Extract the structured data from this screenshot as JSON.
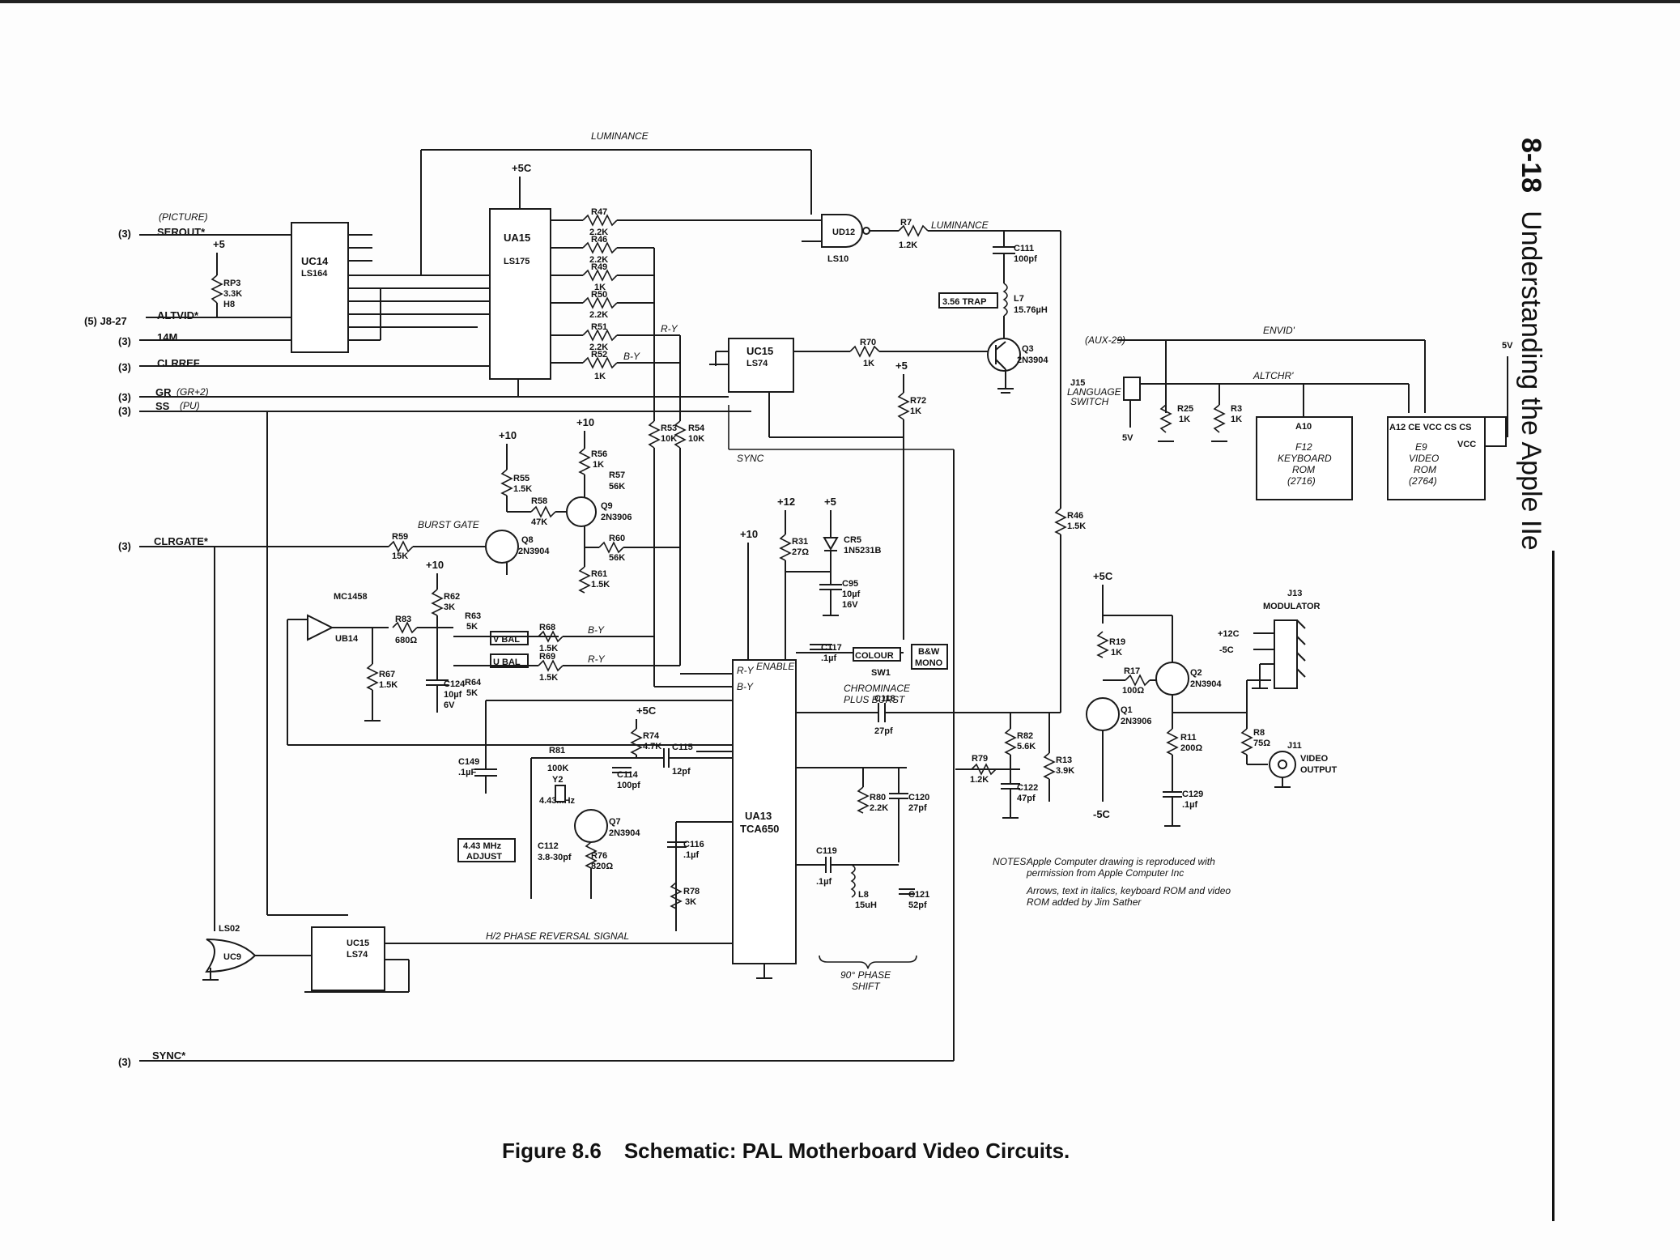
{
  "header": {
    "page_number": "8-18",
    "book_title": "Understanding the Apple IIe"
  },
  "caption": {
    "figure_number": "Figure 8.6",
    "title": "Schematic: PAL Motherboard Video Circuits."
  },
  "notes": {
    "label": "NOTES:",
    "line1": "Apple Computer drawing is reproduced with",
    "line2": "permission from Apple Computer Inc",
    "line3": "Arrows, text in italics, keyboard ROM and video",
    "line4": "ROM added by Jim Sather"
  },
  "signals": {
    "picture": "(PICTURE)",
    "serout": "SEROUT*",
    "altvid": "ALTVID*",
    "m14": "14M",
    "clrref": "CLRREF",
    "gr": "GR",
    "gr2": "(GR+2)",
    "s": "SS",
    "pu": "(PU)",
    "clrgate": "CLRGATE*",
    "sync_in": "SYNC*",
    "j8": "(5) J8-27",
    "ref3": "(3)",
    "luminance": "LUMINANCE",
    "sync": "SYNC",
    "ry": "R-Y",
    "by": "B-Y",
    "envid": "ENVID'",
    "altchr": "ALTCHR'",
    "aux29": "(AUX-29)",
    "burst_gate": "BURST GATE",
    "phase_rev": "H/2 PHASE REVERSAL SIGNAL",
    "phase_shift_1": "90° PHASE",
    "phase_shift_2": "SHIFT",
    "chroma_burst_1": "CHROMINACE",
    "chroma_burst_2": "PLUS BURST",
    "enable": "ENABLE"
  },
  "chips": {
    "uc14": "UC14",
    "ls164": "LS164",
    "ua15": "UA15",
    "ls175": "LS175",
    "ud12": "UD12",
    "ls10": "LS10",
    "uc15": "UC15",
    "ls74": "LS74",
    "ua13": "UA13",
    "tca650": "TCA650",
    "ub14": "UB14",
    "mc1458": "MC1458",
    "uc9": "UC9",
    "ls02": "LS02"
  },
  "components": {
    "rp3": "RP3",
    "rp3v": "3.3K",
    "rp3h": "H8",
    "r47": "R47",
    "r46": "R46",
    "r49": "R49",
    "r50": "R50",
    "r51": "R51",
    "r52": "R52",
    "v22k": "2.2K",
    "v1k": "1K",
    "r7": "R7",
    "v12k": "1.2K",
    "c111": "C111",
    "c111v": "100pf",
    "trap": "3.56 TRAP",
    "l7": "L7",
    "l7v": "15.76µH",
    "q3": "Q3",
    "t3904": "2N3904",
    "t3906": "2N3906",
    "r70": "R70",
    "r72": "R72",
    "r53": "R53",
    "r54": "R54",
    "v10k": "10K",
    "r55": "R55",
    "v15k": "1.5K",
    "r56": "R56",
    "r57": "R57",
    "v56k": "56K",
    "r58": "R58",
    "v47k": "47K",
    "q9": "Q9",
    "q8": "Q8",
    "r59": "R59",
    "v15kk": "15K",
    "r60": "R60",
    "r61": "R61",
    "r31": "R31",
    "r31v": "27Ω",
    "cr5": "CR5",
    "cr5v": "1N5231B",
    "c95": "C95",
    "c95v": "10µf",
    "c95w": "16V",
    "r46b": "R46",
    "r46bv": "1.5K",
    "r62": "R62",
    "v3k": "3K",
    "r63": "R63",
    "v5k": "5K",
    "r83": "R83",
    "r83v": "680Ω",
    "vbal": "V BAL",
    "ubal": "U BAL",
    "r68": "R68",
    "r69": "R69",
    "r64": "R64",
    "r67": "R67",
    "c124": "C124",
    "c124v": "10µf",
    "c124w": "6V",
    "c117": "C117",
    "c117v": ".1µf",
    "colour": "COLOUR",
    "bw": "B&W",
    "mono": "MONO",
    "sw": "SW1",
    "c118": "C118",
    "c118v": "27pf",
    "r74": "R74",
    "r74v": "4.7K",
    "c115": "C115",
    "c115v": "12pf",
    "r81": "R81",
    "r81v": "100K",
    "y2": "Y2",
    "y2v": "4.43MHz",
    "c114": "C114",
    "c114v": "100pf",
    "c119": "C119",
    "c119v": ".1µf",
    "q7": "Q7",
    "adj1": "4.43 MHz",
    "adj2": "ADJUST",
    "c112": "C112",
    "c112v": "3.8-30pf",
    "r76": "R76",
    "r76v": "820Ω",
    "c116": "C116",
    "c116v": ".1µf",
    "r78": "R78",
    "r80": "R80",
    "c120": "C120",
    "c120v": "27pf",
    "l8": "L8",
    "l8v": "15uH",
    "c121": "C121",
    "c121v": "52pf",
    "r79": "R79",
    "r82": "R82",
    "r82v": "5.6K",
    "c122": "C122",
    "c122v": "47pf",
    "r13": "R13",
    "r13v": "3.9K",
    "q1": "Q1",
    "q2": "Q2",
    "r19": "R19",
    "r17": "R17",
    "r17v": "100Ω",
    "r11": "R11",
    "r11v": "200Ω",
    "c129": "C129",
    "c129v": ".1µf",
    "r8": "R8",
    "r8v": "75Ω",
    "j11": "J11",
    "video_out_1": "VIDEO",
    "video_out_2": "OUTPUT",
    "j13": "J13",
    "modulator": "MODULATOR",
    "p12": "+12C",
    "m5": "-5C",
    "j15": "J15",
    "lang_1": "LANGUAGE",
    "lang_2": "SWITCH",
    "r25": "R25",
    "r3": "R3",
    "a10": "A10",
    "f12_1": "F12",
    "f12_2": "KEYBOARD",
    "f12_3": "ROM",
    "f12_4": "(2716)",
    "e9_1": "E9",
    "e9_2": "VIDEO",
    "e9_3": "ROM",
    "e9_4": "(2764)",
    "e9_pins": "A12 CE VCC CS CS",
    "vcc": "VCC",
    "v5": "5V",
    "v5b": "5V",
    "c149": "C149",
    "c149v": ".1µF"
  },
  "rails": {
    "p5c": "+5C",
    "p5": "+5",
    "p10": "+10",
    "p12": "+12",
    "m5c": "-5C"
  }
}
